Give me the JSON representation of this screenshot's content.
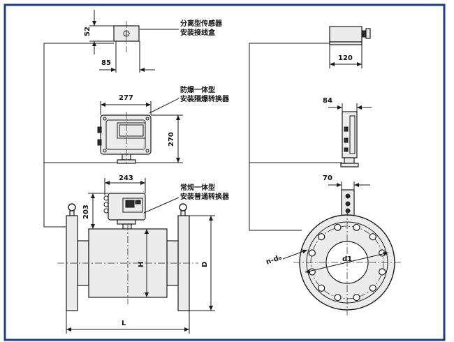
{
  "labels": {
    "remote_box_line1": "分离型传感器",
    "remote_box_line2": "安装接线盒",
    "explosion_proof_line1": "防爆一体型",
    "explosion_proof_line2": "安装隔爆转换器",
    "standard_line1": "常规一体型",
    "standard_line2": "安装普通转换器"
  },
  "dimensions": {
    "box_height": "52",
    "box_depth": "85",
    "ex_width": "277",
    "ex_height": "270",
    "std_width": "243",
    "std_height": "203",
    "length": "L",
    "height": "H",
    "outer_dia": "D",
    "side_box_width": "120",
    "side_ex_width": "84",
    "side_std_width": "70",
    "bolt_holes": "n-d₀",
    "bolt_circle": "d1"
  },
  "colors": {
    "frame_border": "#1e3f8f",
    "line": "#1a1a1a",
    "body_fill": "#ececec"
  }
}
